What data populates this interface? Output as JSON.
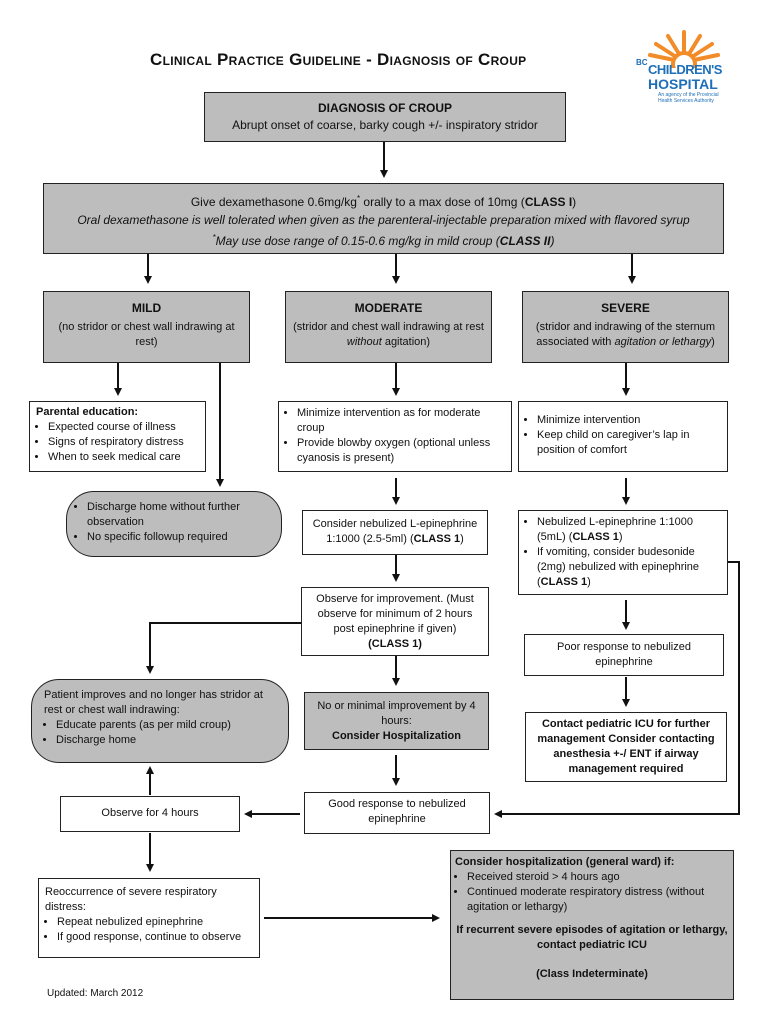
{
  "title": "Clinical Practice Guideline - Diagnosis of Croup",
  "logo": {
    "line1": "BC",
    "line2": "CHILDREN'S",
    "line3": "HOSPITAL",
    "tag1": "An agency of the Provincial",
    "tag2": "Health Services Authority",
    "color": "#f28c28"
  },
  "diagnosis": {
    "heading": "DIAGNOSIS OF CROUP",
    "text": "Abrupt onset of coarse, barky cough +/- inspiratory stridor"
  },
  "dexamethasone": {
    "line1_a": "Give dexamethasone 0.6mg/kg",
    "line1_sup": "*",
    "line1_b": " orally to a max dose of 10mg (",
    "line1_class": "CLASS I",
    "line1_c": ")",
    "line2": "Oral dexamethasone is well tolerated when given as the parenteral-injectable preparation mixed with flavored syrup",
    "line3_sup": "*",
    "line3_a": "May use dose range of 0.15-0.6 mg/kg in mild croup (",
    "line3_class": "CLASS II",
    "line3_b": ")"
  },
  "mild": {
    "heading": "MILD",
    "text": "(no stridor or chest wall indrawing at rest)"
  },
  "moderate": {
    "heading": "MODERATE",
    "text_a": "(stridor and chest wall indrawing at rest ",
    "text_i": "without",
    "text_b": " agitation)"
  },
  "severe": {
    "heading": "SEVERE",
    "text_a": "(stridor and indrawing of the sternum associated with ",
    "text_i": "agitation or lethargy",
    "text_b": ")"
  },
  "parental": {
    "heading": "Parental education:",
    "items": [
      "Expected course of illness",
      "Signs of respiratory distress",
      "When to seek medical care"
    ]
  },
  "discharge": {
    "items": [
      "Discharge home without further observation",
      "No specific followup required"
    ]
  },
  "moderate_interv": {
    "items": [
      "Minimize intervention as for moderate croup",
      "Provide blowby oxygen (optional unless cyanosis is present)"
    ]
  },
  "severe_interv": {
    "items": [
      "Minimize intervention",
      "Keep child on caregiver’s lap in position of comfort"
    ]
  },
  "consider_neb": {
    "text": "Consider nebulized L-epinephrine 1:1000  (2.5-5ml) (",
    "class": "CLASS 1",
    "end": ")"
  },
  "severe_neb": {
    "item1_a": "Nebulized L-epinephrine 1:1000 (5mL)   (",
    "item1_class": "CLASS 1",
    "item1_b": ")",
    "item2_a": "If vomiting, consider budesonide (2mg) nebulized with  epinephrine (",
    "item2_class": "CLASS 1",
    "item2_b": ")"
  },
  "observe_improve": {
    "text": "Observe for improvement. (Must observe for minimum of 2 hours post epinephrine if given)",
    "class": "(CLASS 1)"
  },
  "poor_response": {
    "text": "Poor response to nebulized epinephrine"
  },
  "patient_improves": {
    "text": "Patient improves and no longer has stridor at rest or chest wall indrawing:",
    "items": [
      "Educate parents (as per mild croup)",
      "Discharge home"
    ]
  },
  "no_improvement": {
    "text": "No or minimal improvement by 4 hours:",
    "bold": "Consider Hospitalization"
  },
  "contact_icu": {
    "text": "Contact pediatric ICU for further management Consider contacting anesthesia +-/ ENT if airway management required"
  },
  "observe4": {
    "text": "Observe for 4 hours"
  },
  "good_response": {
    "text": "Good response to nebulized epinephrine"
  },
  "reoccurrence": {
    "text": "Reoccurrence of severe respiratory distress:",
    "items": [
      "Repeat nebulized epinephrine",
      "If good response, continue to observe"
    ]
  },
  "hospitalization": {
    "heading": "Consider hospitalization (general ward) if:",
    "items": [
      "Received steroid > 4 hours ago",
      "Continued moderate respiratory distress (without agitation or lethargy)"
    ],
    "bold2": "If recurrent severe episodes of agitation or lethargy, contact pediatric ICU",
    "class": "(Class Indeterminate)"
  },
  "updated": "Updated:  March 2012"
}
